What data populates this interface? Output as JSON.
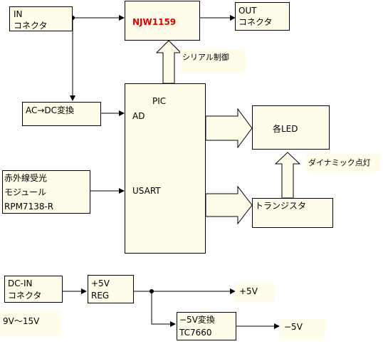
{
  "blocks": {
    "in_connector": {
      "line1": "IN",
      "line2": "コネクタ"
    },
    "njw1159": "NJW1159",
    "out_connector": {
      "line1": "OUT",
      "line2": "コネクタ"
    },
    "ac_dc": "AC→DC変換",
    "pic": {
      "title": "PIC",
      "port_ad": "AD",
      "port_usart": "USART"
    },
    "ir_module": {
      "line1": "赤外線受光",
      "line2": "モジュール",
      "line3": "RPM7138-R"
    },
    "leds": "各LED",
    "transistor": "トランジスタ",
    "dcin_connector": {
      "line1": "DC-IN",
      "line2": "コネクタ"
    },
    "reg": {
      "line1": "+5V",
      "line2": "REG"
    },
    "neg5v": {
      "line1": "−5V変換",
      "line2": "TC7660"
    }
  },
  "labels": {
    "serial_control": "シリアル制御",
    "dynamic_lighting": "ダイナミック点灯",
    "input_range": "9V〜15V",
    "out_pos5v": "+5V",
    "out_neg5v": "−5V"
  },
  "colors": {
    "box_fill": "#fffde9",
    "line": "#000000",
    "njw_text": "#e00000"
  }
}
